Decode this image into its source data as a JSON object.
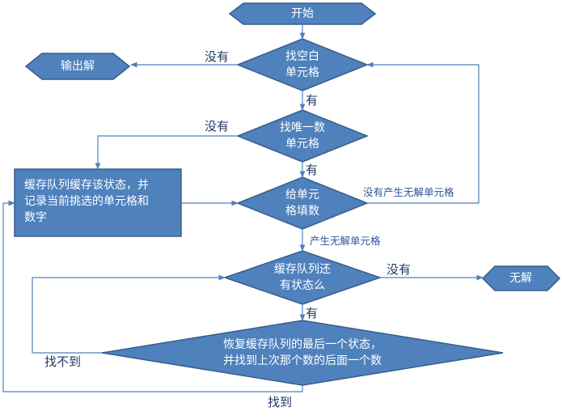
{
  "diagram": {
    "nodes": {
      "start": "开始",
      "find_empty": [
        "找空白",
        "单元格"
      ],
      "output": "输出解",
      "find_unique": [
        "找唯一数",
        "单元格"
      ],
      "cache": [
        "缓存队列缓存该状态，并",
        "记录当前挑选的单元格和",
        "数字"
      ],
      "fill": [
        "给单元",
        "格填数"
      ],
      "cache_check": [
        "缓存队列还",
        "有状态么"
      ],
      "no_solution": "无解",
      "restore": [
        "恢复缓存队列的最后一个状态，",
        "并找到上次那个数的后面一个数"
      ]
    },
    "edges": {
      "none_1": "没有",
      "yes_1": "有",
      "none_2": "没有",
      "yes_2": "有",
      "produce_unsolvable_right": "没有产生无解单元格",
      "produce_unsolvable_down": "产生无解单元格",
      "none_3": "没有",
      "yes_3": "有",
      "not_found": "找不到",
      "found": "找到"
    },
    "colors": {
      "fill": "#4f81bd",
      "stroke": "#385d8a",
      "edge": "#4f81bd",
      "edge_text": "#1f3864"
    }
  }
}
